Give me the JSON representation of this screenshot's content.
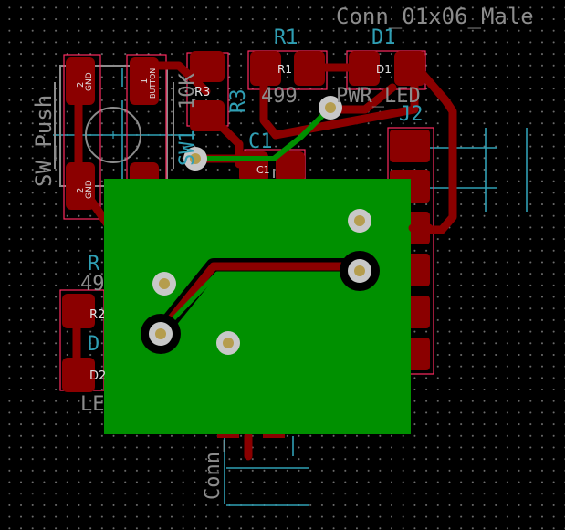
{
  "canvas": {
    "background": "#000000",
    "grid_color": "#6d6d6d"
  },
  "colors": {
    "copper_front": "#8b0000",
    "copper_back": "#009000",
    "silkscreen": "#8c8c8c",
    "fab_refs": "#2f9fb4",
    "courtyard": "#ff2a5f",
    "via_ring": "#c8c8c8",
    "drill": "#b59d4e"
  },
  "labels": {
    "conn_value": "Conn_01x06_Male",
    "r1_ref": "R1",
    "d1_ref": "D1",
    "r1_value": "499",
    "d1_value": "PWR_LED",
    "j2_ref": "J2",
    "c1_ref": "C1",
    "r3_ref": "R3",
    "r3_value": "10K",
    "sw_ref": "SW1",
    "sw_value": "SW_Push",
    "r2_ref_partial": "R",
    "r2_value_partial": "49",
    "d2_ref_partial": "D",
    "led_value_partial": "LE",
    "conn_bottom_partial": "Conn_"
  },
  "pads": {
    "gnd": "GND",
    "button": "BUTTON",
    "pin1": "1",
    "pin2": "2",
    "r1": "R1",
    "d1": "D1",
    "r3": "R3",
    "c1": "C1",
    "r2": "R2",
    "d2": "D2"
  }
}
